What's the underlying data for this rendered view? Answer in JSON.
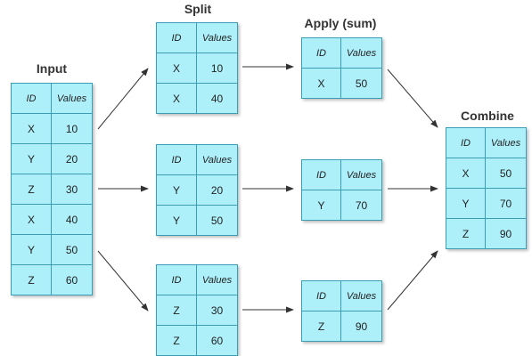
{
  "headings": {
    "input": "Input",
    "split": "Split",
    "apply": "Apply (sum)",
    "combine": "Combine"
  },
  "columns": {
    "id": "ID",
    "values": "Values"
  },
  "input": [
    {
      "id": "X",
      "value": "10"
    },
    {
      "id": "Y",
      "value": "20"
    },
    {
      "id": "Z",
      "value": "30"
    },
    {
      "id": "X",
      "value": "40"
    },
    {
      "id": "Y",
      "value": "50"
    },
    {
      "id": "Z",
      "value": "60"
    }
  ],
  "split": [
    [
      {
        "id": "X",
        "value": "10"
      },
      {
        "id": "X",
        "value": "40"
      }
    ],
    [
      {
        "id": "Y",
        "value": "20"
      },
      {
        "id": "Y",
        "value": "50"
      }
    ],
    [
      {
        "id": "Z",
        "value": "30"
      },
      {
        "id": "Z",
        "value": "60"
      }
    ]
  ],
  "apply": [
    {
      "id": "X",
      "value": "50"
    },
    {
      "id": "Y",
      "value": "70"
    },
    {
      "id": "Z",
      "value": "90"
    }
  ],
  "combine": [
    {
      "id": "X",
      "value": "50"
    },
    {
      "id": "Y",
      "value": "70"
    },
    {
      "id": "Z",
      "value": "90"
    }
  ]
}
